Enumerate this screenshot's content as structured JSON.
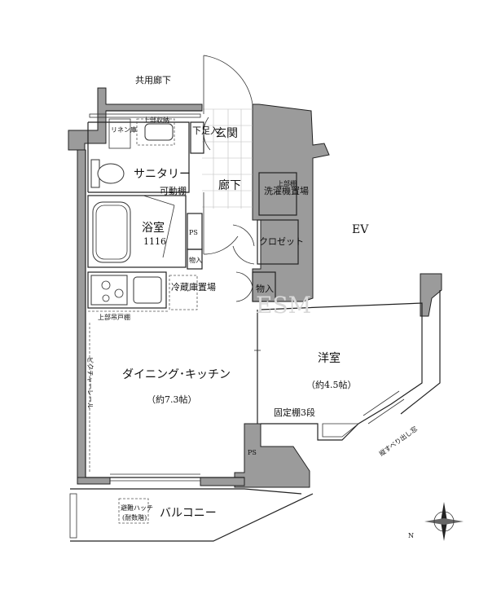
{
  "labels": {
    "corridor": "共用廊下",
    "upper_storage": "上部収納",
    "linen": "リネン庫",
    "shoe": "下足入",
    "entrance": "玄関",
    "sanitary": "サニタリー",
    "movable_shelf": "可動棚",
    "hallway": "廊下",
    "upper_shelf": "上部棚",
    "washer": "洗濯機置場",
    "bath": "浴室",
    "bath_size": "1116",
    "ps1": "PS",
    "storage1": "物入",
    "closet": "クロゼット",
    "ev": "EV",
    "storage2": "物入",
    "fridge": "冷蔵庫置場",
    "upper_cabinet": "上部吊戸棚",
    "picture_rail": "ピクチャーレール",
    "dk": "ダイニング･キッチン",
    "dk_size": "（約7.3帖）",
    "western": "洋室",
    "western_size": "（約4.5帖）",
    "fixed_shelf": "固定棚3段",
    "ps2": "PS",
    "hatch": "避難ハッチ（耐数階）",
    "hatch_l1": "避難ハッチ",
    "hatch_l2": "(耐数階)",
    "balcony": "バルコニー",
    "window_note": "縦すべり出し窓",
    "watermark": "ESM"
  },
  "colors": {
    "wall_fill": "#9b9b9b",
    "line": "#222222",
    "background": "#ffffff"
  }
}
